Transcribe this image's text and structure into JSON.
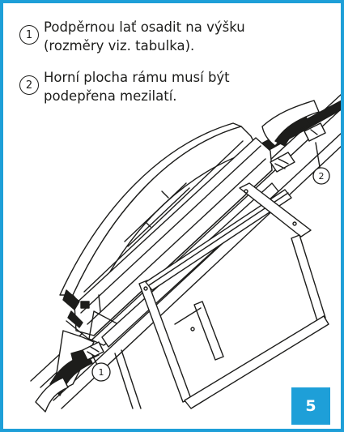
{
  "instructions": [
    {
      "number": "1",
      "text": "Podpěrnou lať osadit na výšku (rozměry viz. tabulka)."
    },
    {
      "number": "2",
      "text": "Horní plocha rámu musí být podepřena mezilatí."
    }
  ],
  "callouts": {
    "one": "1",
    "two": "2"
  },
  "step": "5",
  "colors": {
    "frame": "#1e9fd8",
    "ink": "#1d1d1b"
  }
}
